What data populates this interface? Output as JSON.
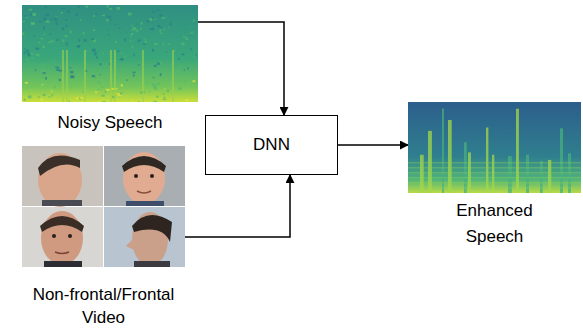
{
  "diagram": {
    "nodes": [
      {
        "text": [
          "Noisy Speech"
        ]
      },
      {
        "text": [
          "Non-frontal/Frontal Video"
        ]
      },
      {
        "text": [
          "DNN"
        ]
      },
      {
        "text": [
          "Enhanced Speech"
        ]
      }
    ],
    "edges": [
      {
        "from": 0,
        "to": 2,
        "arrow": "to"
      },
      {
        "from": 1,
        "to": 2,
        "arrow": "to"
      },
      {
        "from": 2,
        "to": 3,
        "arrow": "to"
      }
    ]
  }
}
